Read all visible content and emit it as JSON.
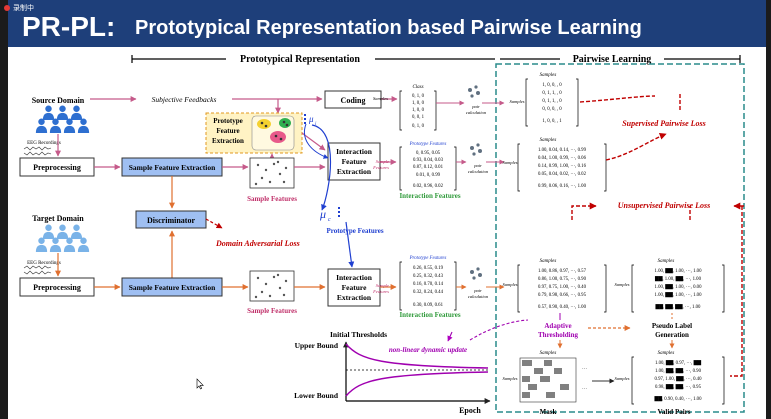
{
  "recording_badge": "录制中",
  "title": {
    "main": "PR-PL:",
    "sub": "Prototypical Representation based Pairwise Learning"
  },
  "sections": {
    "left": "Prototypical Representation",
    "right": "Pairwise Learning"
  },
  "left": {
    "source_domain": "Source Domain",
    "target_domain": "Target Domain",
    "eeg_recordings": "EEG Recordings",
    "preprocessing": "Preprocessing",
    "sample_feature_extraction": "Sample Feature Extraction",
    "subjective_feedbacks": "Subjective Feedbacks",
    "coding": "Coding",
    "prototype_feature_extraction": [
      "Prototype",
      "Feature",
      "Extraction"
    ],
    "mu_i": "μ",
    "mu_i_sub": "i",
    "mu_c": "μ",
    "mu_c_sub": "c",
    "sample_features": "Sample Features",
    "prototype_features": "Prototype Features",
    "interaction_feature_extraction": [
      "Interaction",
      "Feature",
      "Extraction"
    ],
    "discriminator": "Discriminator",
    "domain_adversarial_loss": "Domain Adversarial Loss",
    "initial_thresholds": "Initial Thresholds",
    "upper_bound": "Upper Bound",
    "lower_bound": "Lower Bound",
    "nonlinear_update": "non-linear dynamic update",
    "epoch": "Epoch"
  },
  "mid": {
    "class_label": "Class",
    "samples": "Samples",
    "pair_calculation": [
      "pair",
      "calculation"
    ],
    "prototype_features": "Prototype Features",
    "sample_features": [
      "Sample",
      "Features"
    ],
    "interaction_features": "Interaction Features",
    "class_matrix": [
      "0,     1,      0",
      "1,     0,      0",
      "1,     0,      0",
      "0,     0,      1",
      "0,     1,      0"
    ],
    "interaction_matrix_1": [
      "0,  0.95, 0.05",
      "0.93, 0.04, 0.03",
      "0.87, 0.12, 0.01",
      "0.01,  0,  0.99",
      "0.02, 0.96, 0.02"
    ],
    "interaction_matrix_2": [
      "0.26, 0.55, 0.19",
      "0.25, 0.32, 0.43",
      "0.16, 0.70, 0.14",
      "0.32, 0.24, 0.44",
      "0.30, 0.09, 0.61"
    ]
  },
  "right": {
    "samples": "Samples",
    "supervised_loss": "Supervised Pairwise Loss",
    "unsupervised_loss": "Unsupervised Pairwise Loss",
    "adaptive_thresholding": [
      "Adaptive",
      "Thresholding"
    ],
    "pseudo_label_generation": [
      "Pseudo Label",
      "Generation"
    ],
    "mask": "Mask",
    "valid_pairs": "Valid Pairs",
    "matrix_binary": [
      "1,   0,   0,   ,   0",
      "0,   1,   1,   ,   0",
      "0,   1,   1,   ,   0",
      "0,   0,   0,   ,   0",
      "1,   0,   0,   ,   1"
    ],
    "matrix_sup": [
      "1.00, 0.04, 0.14,  ···, 0.99",
      "0.04, 1.00, 0.99,  ···, 0.06",
      "0.14, 0.99, 1.00,  ···, 0.16",
      "0.05, 0.04, 0.02,  ···, 0.02",
      "0.99, 0.06, 0.16,  ···, 1.00"
    ],
    "matrix_unsup": [
      "1.00, 0.86, 0.97,  ···, 0.57",
      "0.86, 1.00, 0.75,  ···, 0.90",
      "0.97, 0.75, 1.00,  ···, 0.40",
      "0.79, 0.98, 0.66,  ···, 0.95",
      "0.57, 0.90, 0.40,  ···, 1.00"
    ],
    "matrix_pseudo": [
      "1.00,  ▇▇,  1.00,  ···, 1.00",
      "▇▇,  1.00,  ▇▇,  ···, 1.00",
      "1.00,  ▇▇,  1.00,  ···, 0.00",
      "1.00,  ▇▇,  1.00,  ···, 1.00",
      "▇▇,  ▇▇,  ▇▇,  ···, 1.00"
    ],
    "matrix_valid": [
      "1.00,  ▇▇, 0.97,  ···, ▇▇",
      "1.00,  ▇▇,  ▇▇,  ···, 0.90",
      "0.97, 1.00,  ▇▇,  ···, 0.40",
      "0.98,  ▇▇,  ▇▇,  ···, 0.95",
      "▇▇, 0.90, 0.40,  ···, 1.00"
    ]
  }
}
